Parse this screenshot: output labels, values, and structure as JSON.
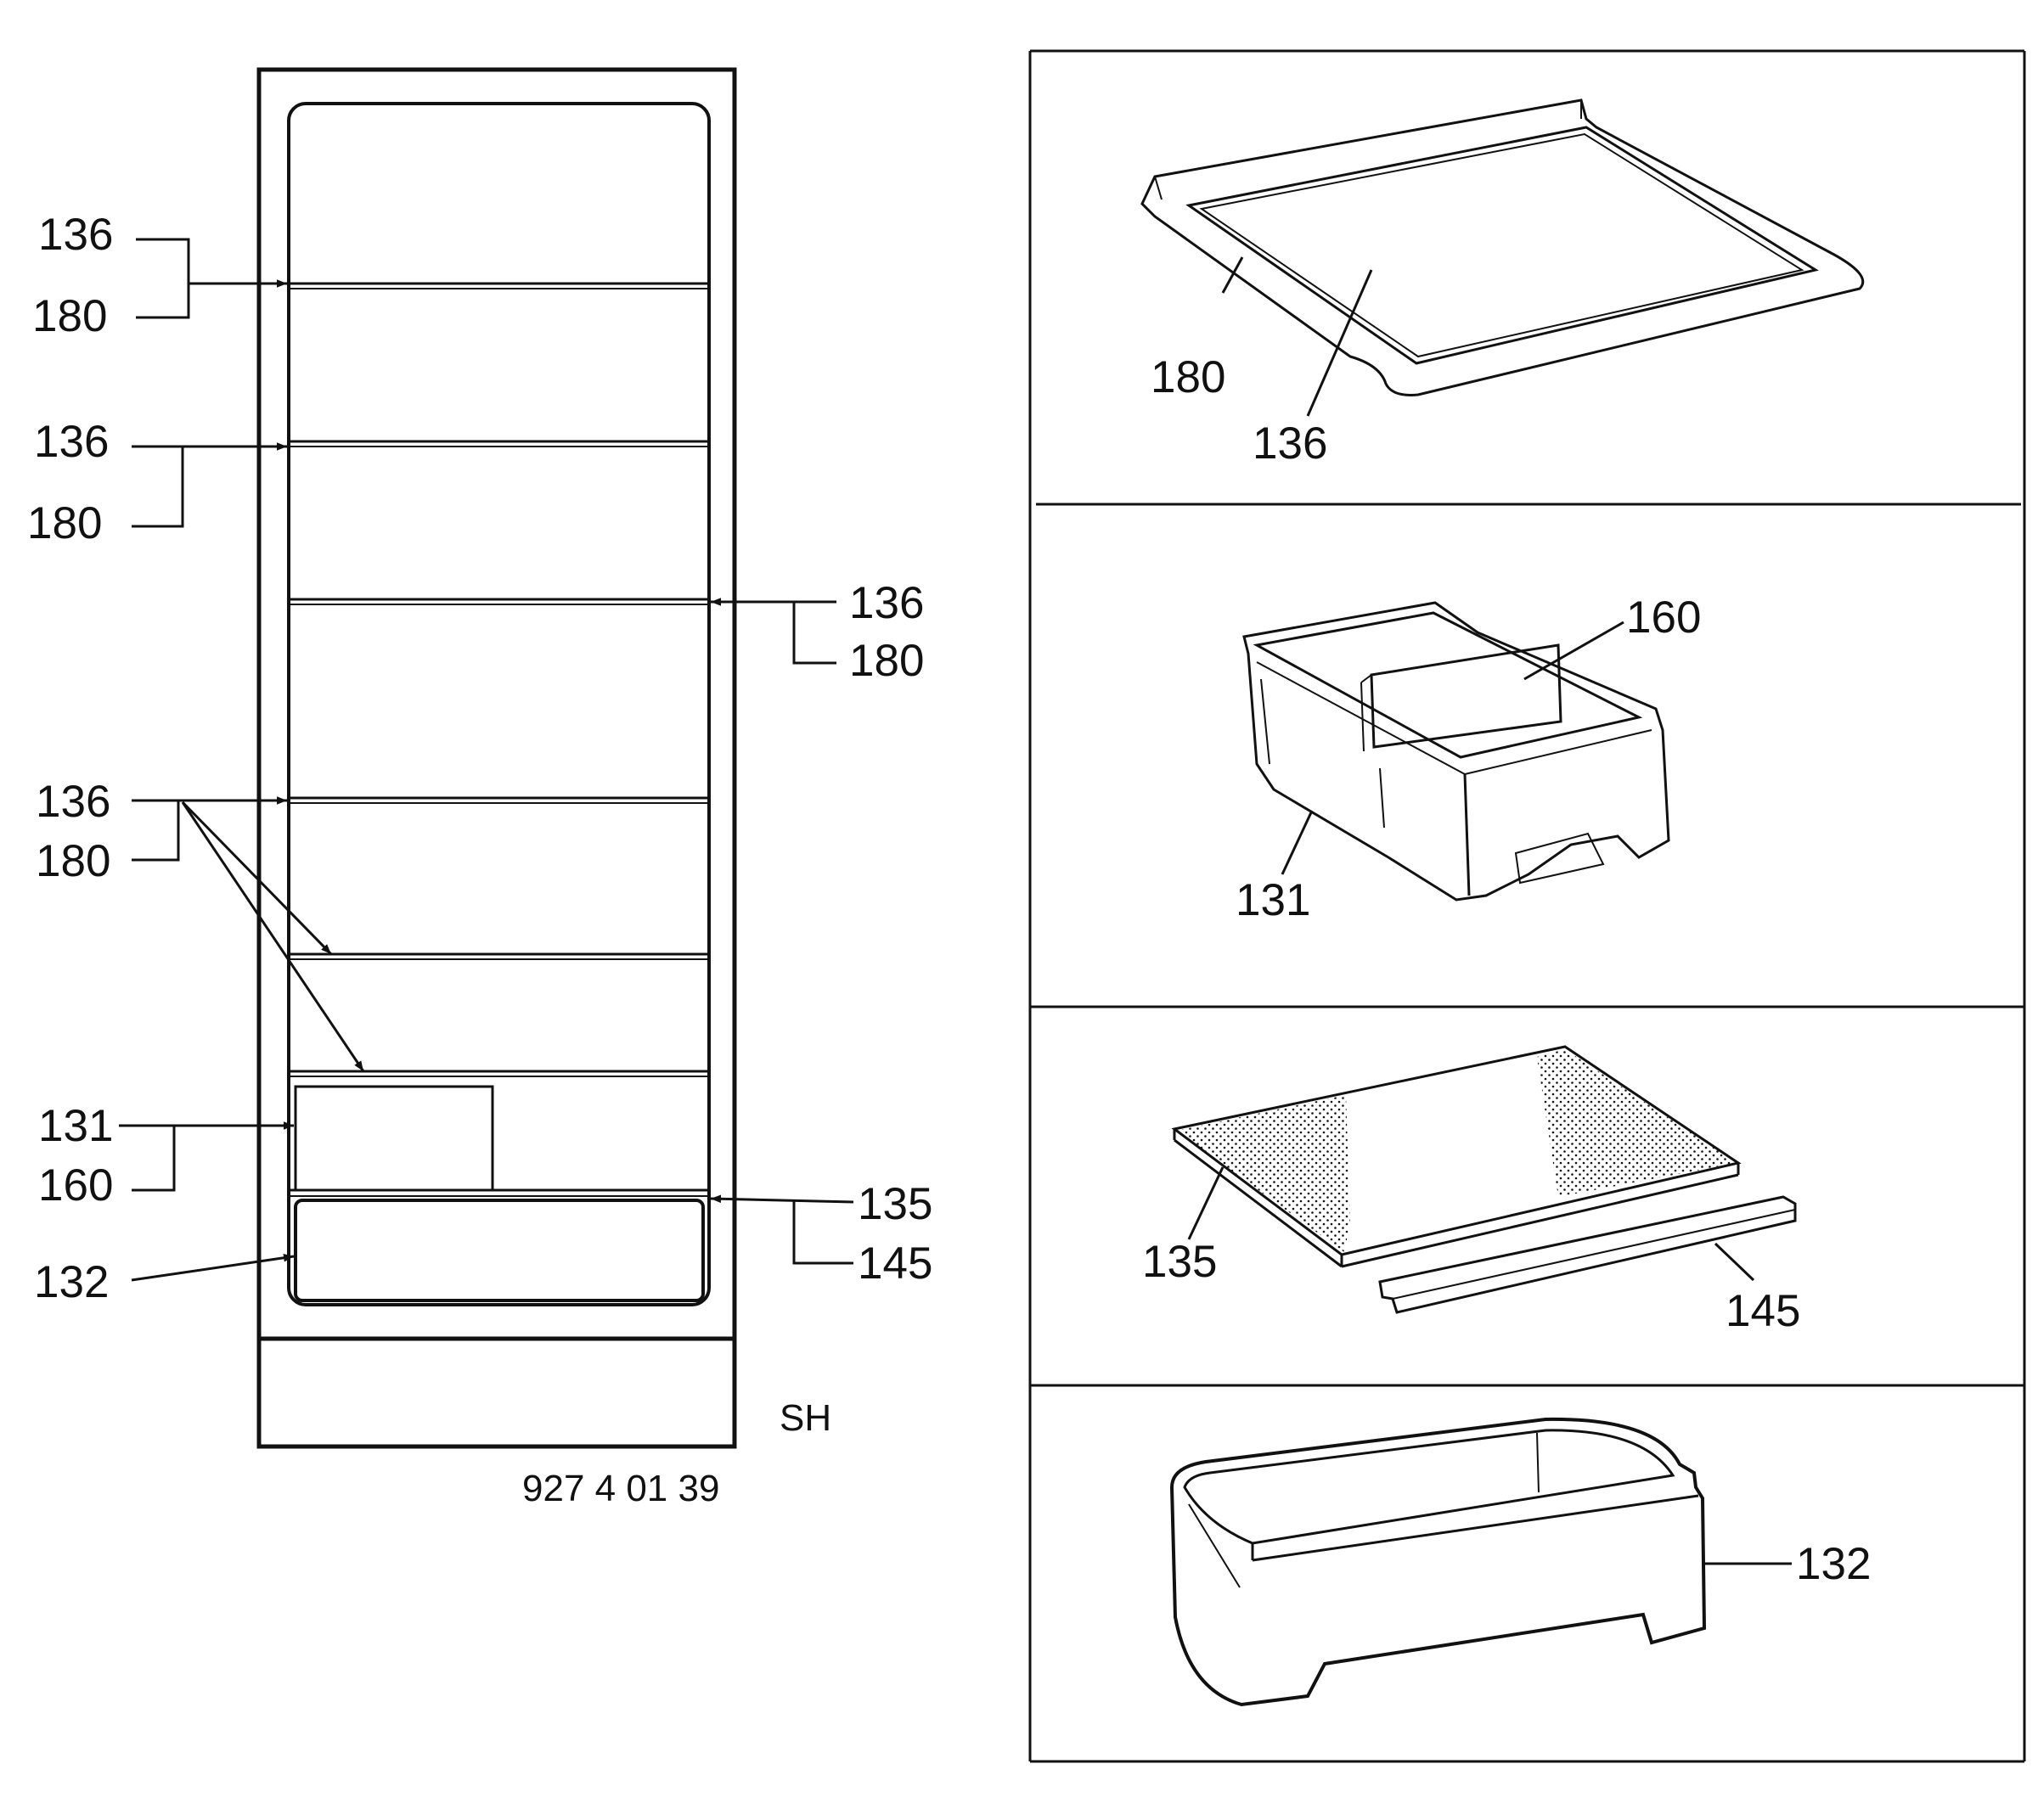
{
  "colors": {
    "ink": "#111111",
    "paper": "#ffffff"
  },
  "cabinet": {
    "callouts": {
      "shelf1": [
        "136",
        "180"
      ],
      "shelf2": [
        "136",
        "180"
      ],
      "shelf3": [
        "136",
        "180"
      ],
      "shelf4": [
        "136",
        "180"
      ],
      "crisper": [
        "131",
        "160"
      ],
      "cover": [
        "135",
        "145"
      ],
      "bottom_drawer": "132"
    },
    "region_code": "SH",
    "part_number": "927 4 01 39"
  },
  "details": {
    "glass_shelf": [
      "180",
      "136"
    ],
    "crisper_drawer": [
      "160",
      "131"
    ],
    "crisper_cover": [
      "135",
      "145"
    ],
    "bottom_drawer": "132"
  }
}
